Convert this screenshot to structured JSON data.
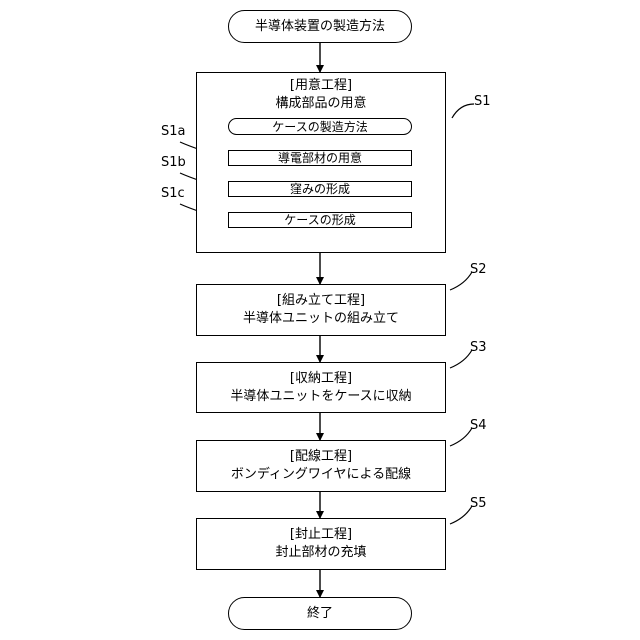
{
  "start": "半導体装置の製造方法",
  "end": "終了",
  "s1": {
    "tag": "S1",
    "header": "[用意工程]",
    "desc": "構成部品の用意",
    "sub_start": "ケースの製造方法",
    "substeps": [
      {
        "tag": "S1a",
        "text": "導電部材の用意"
      },
      {
        "tag": "S1b",
        "text": "窪みの形成"
      },
      {
        "tag": "S1c",
        "text": "ケースの形成"
      }
    ]
  },
  "steps": [
    {
      "tag": "S2",
      "header": "[組み立て工程]",
      "desc": "半導体ユニットの組み立て"
    },
    {
      "tag": "S3",
      "header": "[収納工程]",
      "desc": "半導体ユニットをケースに収納"
    },
    {
      "tag": "S4",
      "header": "[配線工程]",
      "desc": "ボンディングワイヤによる配線"
    },
    {
      "tag": "S5",
      "header": "[封止工程]",
      "desc": "封止部材の充填"
    }
  ]
}
